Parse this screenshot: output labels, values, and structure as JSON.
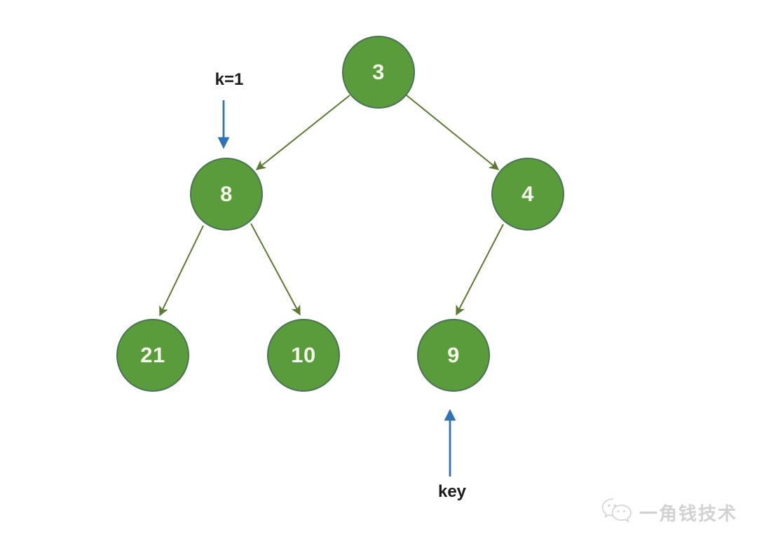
{
  "diagram": {
    "kind": "binary-tree",
    "nodes": [
      {
        "id": "root",
        "label": "3"
      },
      {
        "id": "left",
        "label": "8"
      },
      {
        "id": "right",
        "label": "4"
      },
      {
        "id": "left-left",
        "label": "21"
      },
      {
        "id": "left-right",
        "label": "10"
      },
      {
        "id": "right-left",
        "label": "9"
      }
    ],
    "edges": [
      {
        "from": "3",
        "to": "8"
      },
      {
        "from": "3",
        "to": "4"
      },
      {
        "from": "8",
        "to": "21"
      },
      {
        "from": "8",
        "to": "10"
      },
      {
        "from": "4",
        "to": "9"
      }
    ],
    "annotations": [
      {
        "label": "k=1",
        "target_node": "8",
        "arrow_direction": "down"
      },
      {
        "label": "key",
        "target_node": "9",
        "arrow_direction": "up"
      }
    ],
    "colors": {
      "background": "#ffffff",
      "node_fill": "#5a9c3c",
      "node_border": "#4a7553",
      "node_text": "#f2f7e8",
      "edge": "#5c7a33",
      "annotation_arrow": "#2e74b5",
      "annotation_text": "#1b1b1b",
      "watermark": "#d2d2d2"
    },
    "watermark": {
      "text": "一角钱技术",
      "logo": "wechat-bubbles-icon"
    }
  }
}
